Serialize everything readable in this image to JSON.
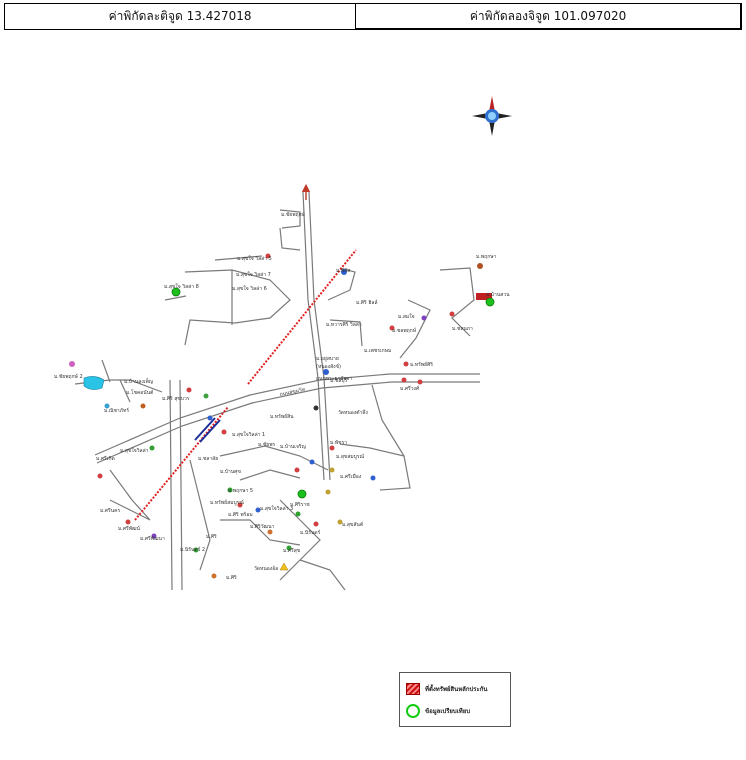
{
  "header": {
    "latitude_label": "ค่าพิกัดละติจูด 13.427018",
    "longitude_label": "ค่าพิกัดลองจิจูด 101.097020"
  },
  "compass": {
    "icon": "compass-rose-icon"
  },
  "map": {
    "labels": {
      "l1": "ม.ชัยพฤกษ์",
      "l2": "ม.สุขใจ วิลล่า 8",
      "l3": "ม.สุขใจ วิลล่า 5",
      "l4": "ม.สุขใจ วิลล่า 7",
      "l5": "ม.สุขใจ วิลล่า 6",
      "l6": "ม.พลัส",
      "l7": "ม.ทวารศิริ วิลล่า",
      "l8": "ม.อยู่สบาย",
      "l9": "(หนองสังข์)",
      "l10": "ม.พฤกษา",
      "l11": "ม.บ้านสวน",
      "l12": "ม.สุขใจวิลล่า",
      "l13": "ม.สุขใจวิลล่า 1",
      "l14": "ม.บ้านศุข",
      "l15": "ม.สุขใจวิลล่า 3",
      "l16": "ม.สมใจ",
      "l17": "ม.ชลพฤกษ์",
      "l18": "ม.เพชรเกษม",
      "l19": "ม.ทรัพย์ศิริ",
      "l20": "ม.ชัยพฤกษ์ 2",
      "l21": "ม.บ้านลุงเพ็ญ",
      "l22": "ม.โชคอนันต์",
      "l23": "ม.ณิชาภัทร์",
      "l24": "ม.ศิริ สุขบวร",
      "l25": "ม.ชัยพร",
      "l26": "ม.บ้านเจริญ",
      "l27": "ม.พัชรา",
      "l28": "ม.สุขสมบูรณ์",
      "l29": "ม.ศรีเมือง",
      "l30": "ม.พฤกษา 5",
      "l31": "ม.ทรัพย์สมบูรณ์",
      "l32": "ม.ศิริ พร้อม",
      "l33": "ม.ศิริราช",
      "l34": "ม.ศิริวัฒนา",
      "l35": "ม.นิรันดร์",
      "l36": "ม.สุขสันต์",
      "l37": "ม.ศิริ",
      "l38": "ม.นิรันดร์ 2",
      "l39": "ม.ศรีสุข",
      "l40": "วัดหนองอ้อ",
      "l41": "ม.ศิริ",
      "l42": "ม.ศรีเกิด",
      "l43": "ม.ศรีนคร",
      "l44": "ม.ศรีพัฒน์",
      "l45": "ม.ศรีพัฒนา",
      "l46": "ม.ศรีวงศ์",
      "l47": "ถนนสุขุมวิท",
      "l48": "ถนนพระยาสัจจา",
      "l49": "วัดหนองตำลึง",
      "l50": "ม.ทรัพย์สิน",
      "l51": "ม.ชลนภา",
      "l52": "ม.ศิริ ฮิลล์",
      "l53": "ม.ชลบุรี",
      "l54": "ม.ชลาลัย"
    }
  },
  "legend": {
    "item1": "ที่ตั้งทรัพย์สินหลักประกัน",
    "item2": "ข้อมูลเปรียบเทียบ"
  },
  "colors": {
    "road": "#7a7a7a",
    "hatch": "#e02020",
    "comparable": "#1cc01c",
    "water": "#29c3e6",
    "subject": "#c02020"
  }
}
